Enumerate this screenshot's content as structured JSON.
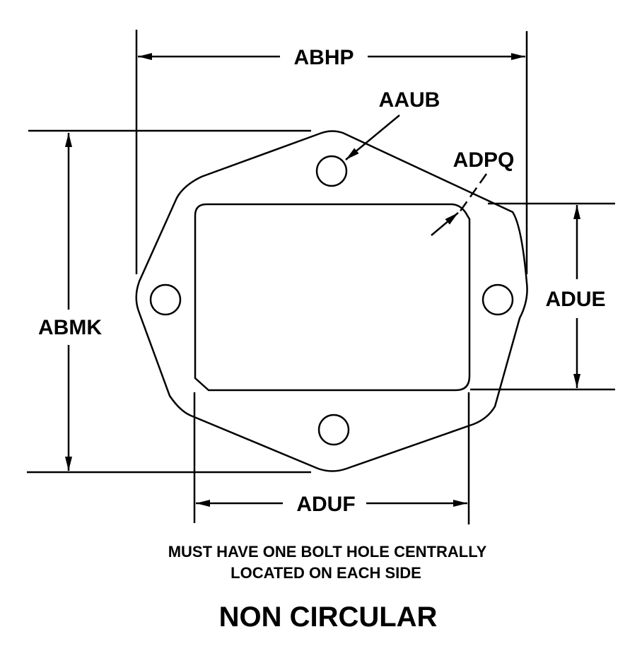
{
  "diagram": {
    "labels": {
      "abhp": "ABHP",
      "aaub": "AAUB",
      "adpq": "ADPQ",
      "abmk": "ABMK",
      "adue": "ADUE",
      "aduf": "ADUF"
    },
    "note_line1": "MUST HAVE ONE BOLT HOLE CENTRALLY",
    "note_line2": "LOCATED ON EACH SIDE",
    "title": "NON CIRCULAR"
  },
  "colors": {
    "line": "#000000",
    "background": "#ffffff"
  }
}
